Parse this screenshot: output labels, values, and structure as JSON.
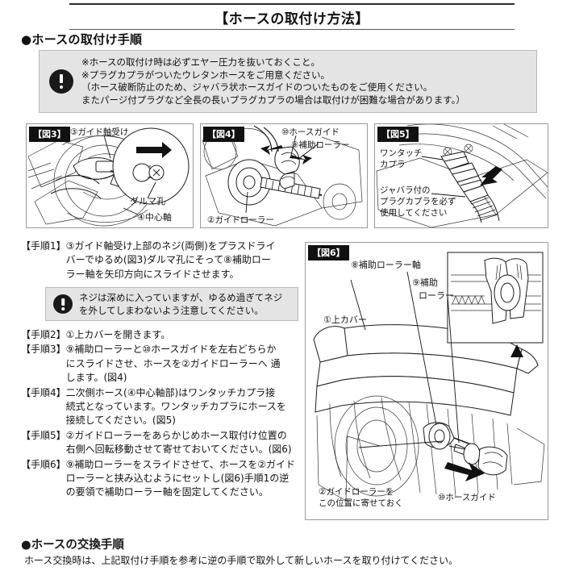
{
  "document": {
    "title": "【ホースの取付け方法】"
  },
  "section_install": {
    "heading": "●ホースの取付け手順",
    "notice": {
      "icon": "exclamation-icon",
      "lines": [
        "※ホースの取付け時は必ずエヤー圧力を抜いておくこと。",
        "※プラグカプラがついたウレタンホースをご用意ください。",
        "（ホース破断防止のため、ジャバラ状ホースガイドのついたものをご使用ください。",
        "またパージ付プラグなど全長の長いプラグカプラの場合は取付けが困難な場合があります。）"
      ]
    }
  },
  "figures": {
    "fig3": {
      "badge": "【図3】",
      "labels": [
        "③ガイド軸受け",
        "ダルマ孔",
        "④中心軸"
      ]
    },
    "fig4": {
      "badge": "【図4】",
      "labels": [
        "⑩ホースガイド",
        "⑨補助ローラー",
        "②ガイドローラー"
      ]
    },
    "fig5": {
      "badge": "【図5】",
      "labels": [
        "ワンタッチ",
        "カプラ",
        "ジャバラ付の",
        "プラグカプラを必ず",
        "使用してください"
      ]
    },
    "fig6": {
      "badge": "【図6】",
      "labels": [
        "⑧補助ローラー軸",
        "⑨補助",
        "ローラー",
        "①上カバー",
        "②ガイドローラーを",
        "この位置に寄せておく",
        "⑩ホースガイド"
      ]
    }
  },
  "steps": [
    {
      "tag": "【手順1】",
      "lines": [
        "③ガイド軸受け上部のネジ(両側)をプラスドライ",
        "バーでゆるめ(図3)ダルマ孔にそって⑧補助ロー",
        "ラー軸を矢印方向にスライドさせます。"
      ]
    },
    {
      "tag": "【手順2】",
      "lines": [
        "①上カバーを開きます。"
      ]
    },
    {
      "tag": "【手順3】",
      "lines": [
        "⑨補助ローラーと⑩ホースガイドを左右どちらか",
        "にスライドさせ、ホースを②ガイドローラーへ 通",
        "します。(図4)"
      ]
    },
    {
      "tag": "【手順4】",
      "lines": [
        "二次側ホース(④中心軸部)はワンタッチカプラ接",
        "続式となっています。ワンタッチカプラにホースを",
        "接続してください。(図5)"
      ]
    },
    {
      "tag": "【手順5】",
      "lines": [
        "②ガイドローラーをあらかじめホース取付け位置の",
        "右側へ回転移動させて寄せておいてください。(図6)"
      ]
    },
    {
      "tag": "【手順6】",
      "lines": [
        "⑨補助ローラーをスライドさせて、ホースを②ガイド",
        "ローラーと挟み込むようにセットし(図6)手順1の逆",
        "の要領で補助ローラー軸を固定してください。"
      ]
    }
  ],
  "step_notice": {
    "icon": "exclamation-icon",
    "lines": [
      "ネジは深めに入っていますが、ゆるめ過ぎてネジ",
      "を外してしまわないよう注意してください。"
    ]
  },
  "section_replace": {
    "heading": "●ホースの交換手順",
    "text": "ホース交換時は、上記取付け手順を参考に逆の手順で取外して新しいホースを取り付けてください。"
  },
  "colors": {
    "notice_bg": "#e4e4e4",
    "notice_border": "#b9b9b9",
    "badge_bg": "#111111",
    "line": "#1b1b1b"
  }
}
